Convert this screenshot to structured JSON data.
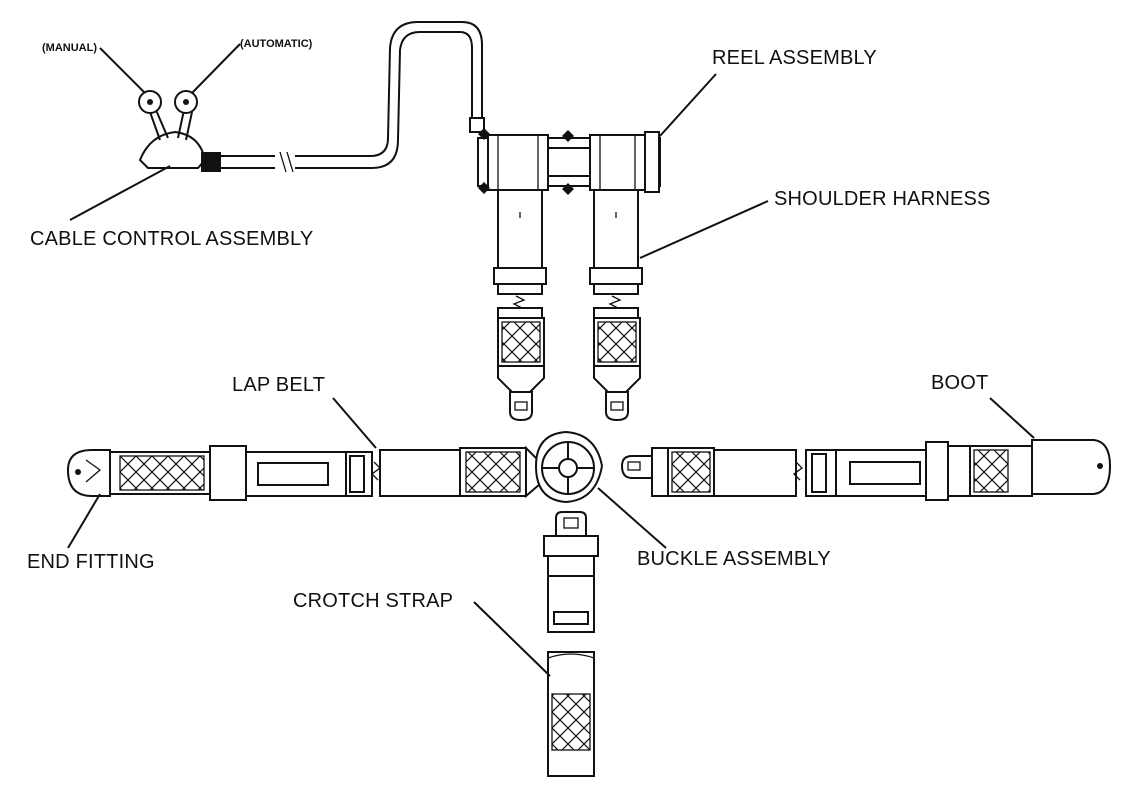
{
  "labels": {
    "manual": "(MANUAL)",
    "automatic": "(AUTOMATIC)",
    "cable_control_assembly": "CABLE CONTROL ASSEMBLY",
    "reel_assembly": "REEL ASSEMBLY",
    "shoulder_harness": "SHOULDER HARNESS",
    "lap_belt": "LAP BELT",
    "boot": "BOOT",
    "end_fitting": "END FITTING",
    "buckle_assembly": "BUCKLE ASSEMBLY",
    "crotch_strap": "CROTCH STRAP"
  }
}
